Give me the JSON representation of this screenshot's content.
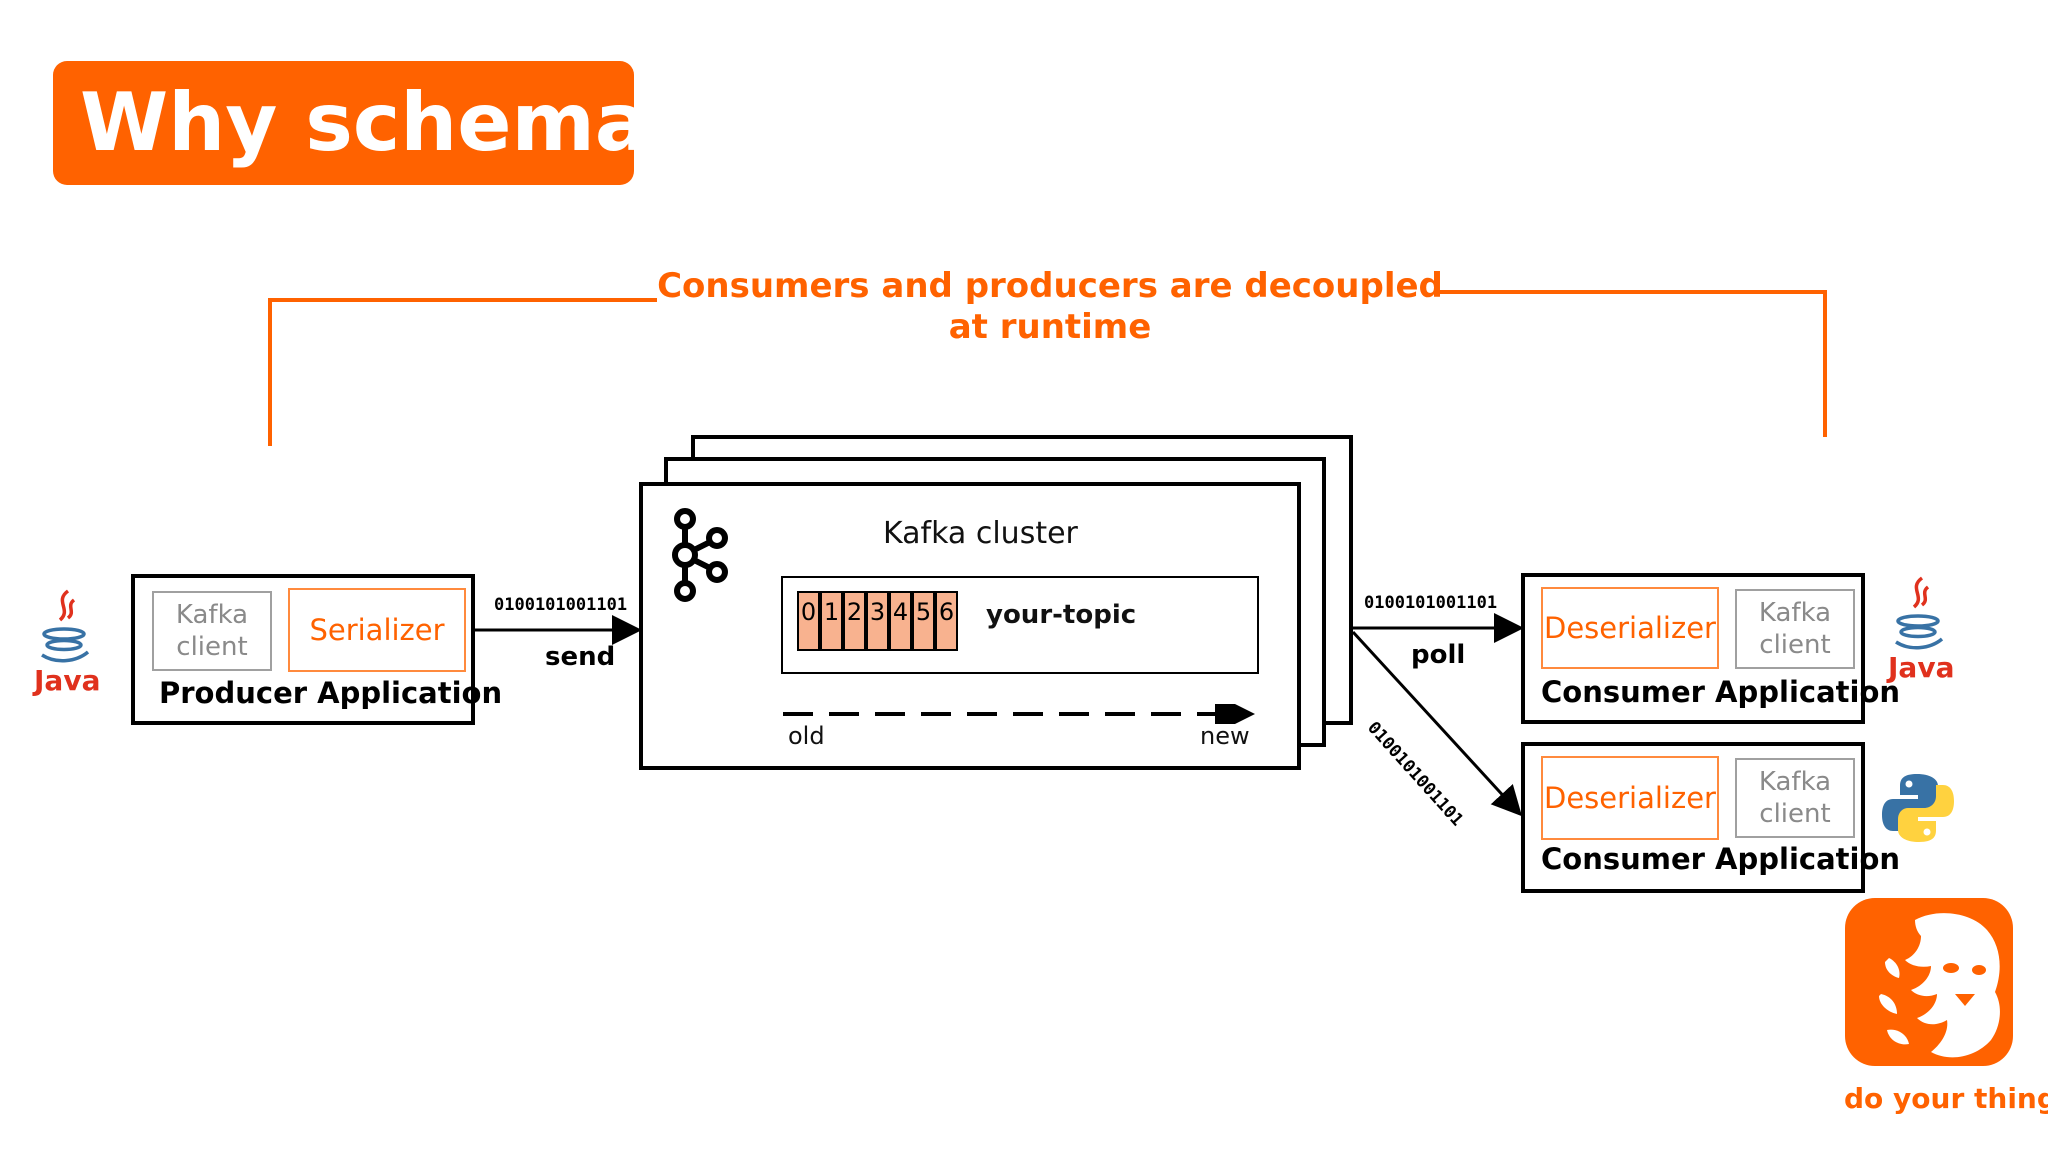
{
  "title": "Why schemas?",
  "headline": "Consumers and producers are decoupled at runtime",
  "producer": {
    "label": "Producer Application",
    "client": "Kafka client",
    "serializer": "Serializer"
  },
  "cluster": {
    "label": "Kafka cluster",
    "topic": "your-topic",
    "partitions": [
      "0",
      "1",
      "2",
      "3",
      "4",
      "5",
      "6"
    ],
    "old": "old",
    "new": "new"
  },
  "send": {
    "bits": "0100101001101",
    "verb": "send"
  },
  "poll": {
    "bits": "0100101001101",
    "verb": "poll",
    "diag_bits": "0100101001101"
  },
  "consumers": [
    {
      "label": "Consumer Application",
      "deserializer": "Deserializer",
      "client": "Kafka client",
      "lang": "Java"
    },
    {
      "label": "Consumer Application",
      "deserializer": "Deserializer",
      "client": "Kafka client",
      "lang": "Python"
    }
  ],
  "producer_lang": "Java",
  "brand": {
    "tagline": "do your thing"
  },
  "colors": {
    "accent": "#ff6200",
    "partition": "#f8b28f",
    "java": "#e0311d",
    "python_blue": "#3872a5",
    "python_yellow": "#ffd23f"
  },
  "icons": [
    "kafka-logo-icon",
    "java-logo-icon",
    "python-logo-icon",
    "lion-logo-icon"
  ]
}
